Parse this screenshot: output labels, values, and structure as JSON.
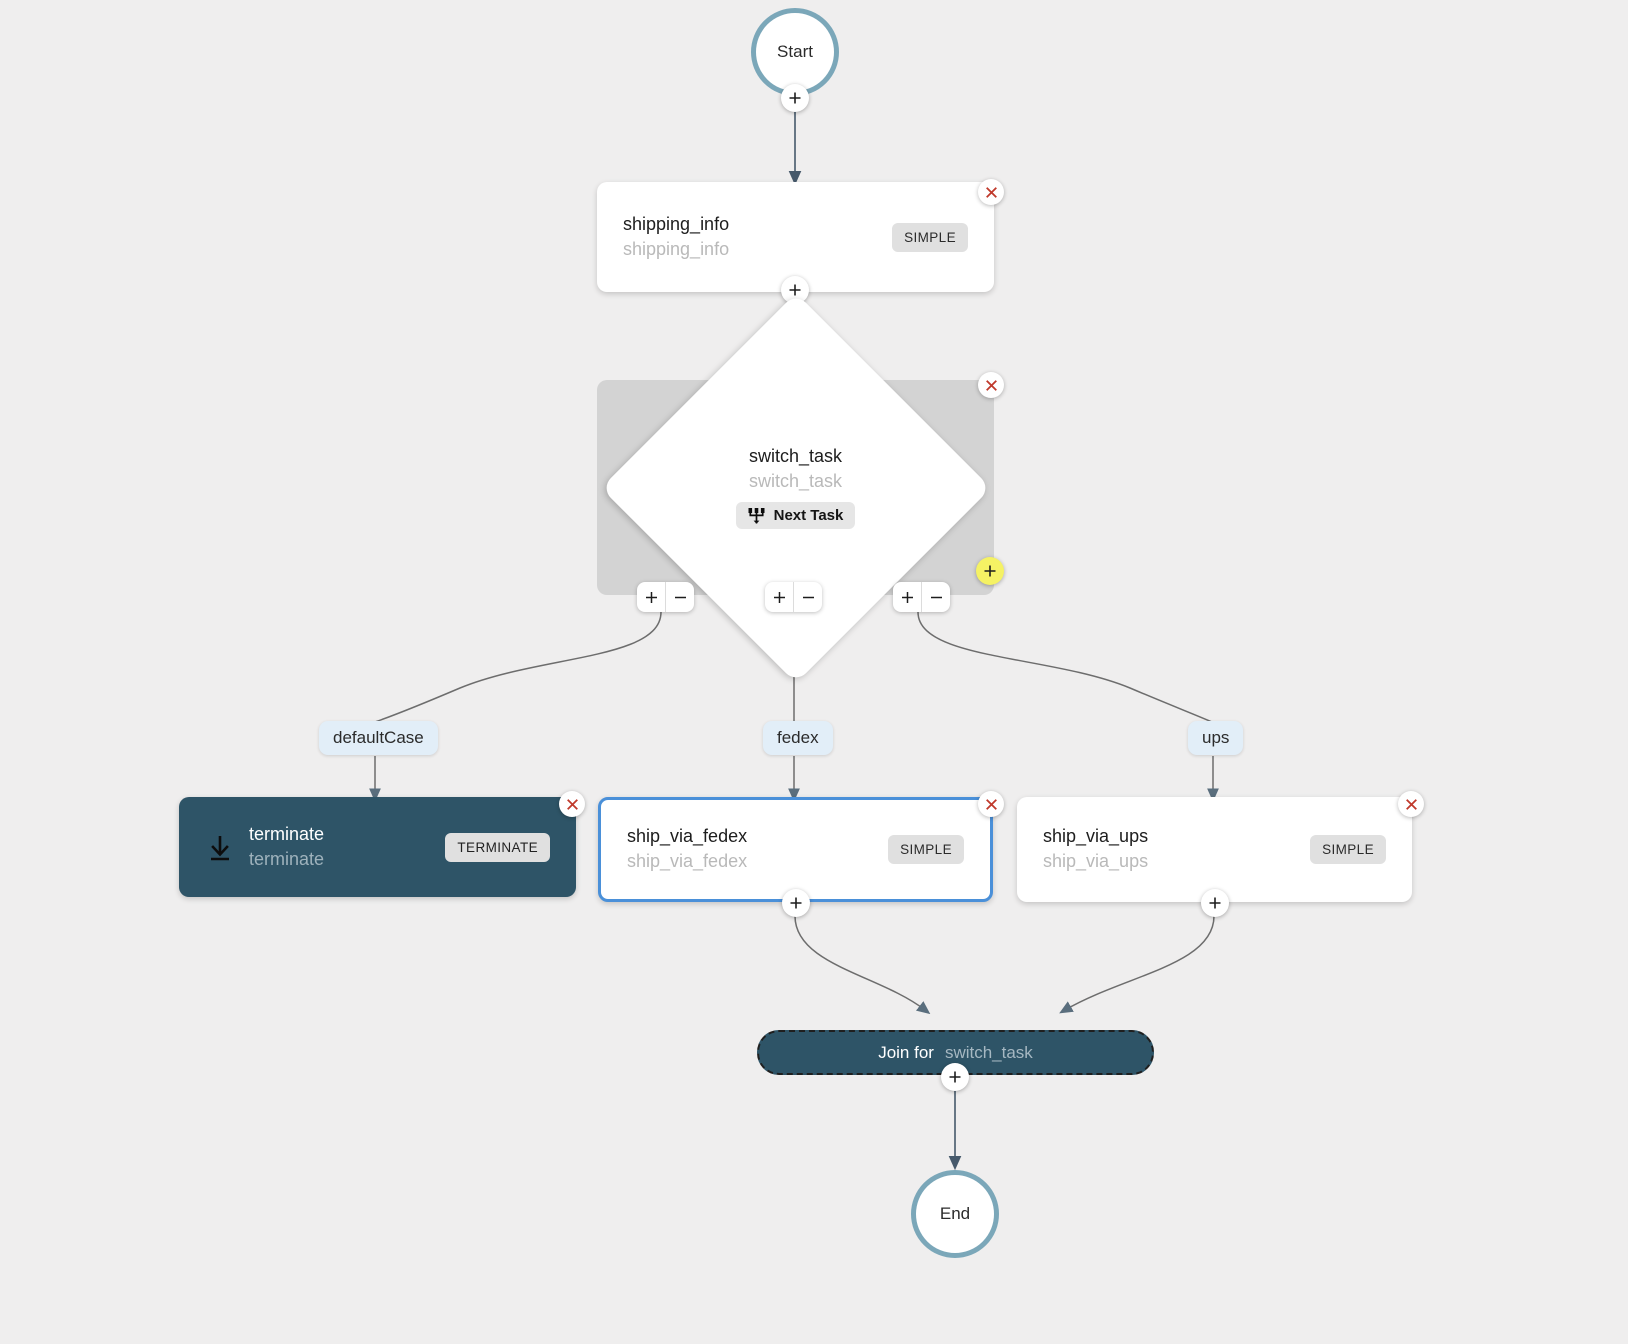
{
  "canvas": {
    "background": "#efeeee",
    "accent_selected": "#4a90d9",
    "terminal_stroke": "#7ba7b9",
    "dark_node_bg": "#2e5467",
    "branch_pill_bg": "#e2eef8",
    "switch_container_bg": "#d3d3d3",
    "badge_bg": "#e0e0e0",
    "delete_color": "#c0392b",
    "add_branch_color": "#f5f264"
  },
  "nodes": {
    "start": {
      "label": "Start",
      "type": "terminal"
    },
    "shipping_info": {
      "title": "shipping_info",
      "subtitle": "shipping_info",
      "badge": "SIMPLE",
      "type": "simple"
    },
    "switch_task": {
      "title": "switch_task",
      "subtitle": "switch_task",
      "badge": "Next Task",
      "badge_icon": "fork-branch-icon",
      "type": "switch"
    },
    "terminate": {
      "title": "terminate",
      "subtitle": "terminate",
      "badge": "TERMINATE",
      "icon": "download-terminate-icon",
      "type": "terminate"
    },
    "ship_via_fedex": {
      "title": "ship_via_fedex",
      "subtitle": "ship_via_fedex",
      "badge": "SIMPLE",
      "type": "simple",
      "selected": true
    },
    "ship_via_ups": {
      "title": "ship_via_ups",
      "subtitle": "ship_via_ups",
      "badge": "SIMPLE",
      "type": "simple"
    },
    "join": {
      "label": "Join for",
      "target": "switch_task",
      "type": "join"
    },
    "end": {
      "label": "End",
      "type": "terminal"
    }
  },
  "branches": [
    {
      "label": "defaultCase"
    },
    {
      "label": "fedex"
    },
    {
      "label": "ups"
    }
  ],
  "controls": {
    "add_glyph": "+",
    "remove_glyph": "−",
    "delete_glyph": "×"
  }
}
